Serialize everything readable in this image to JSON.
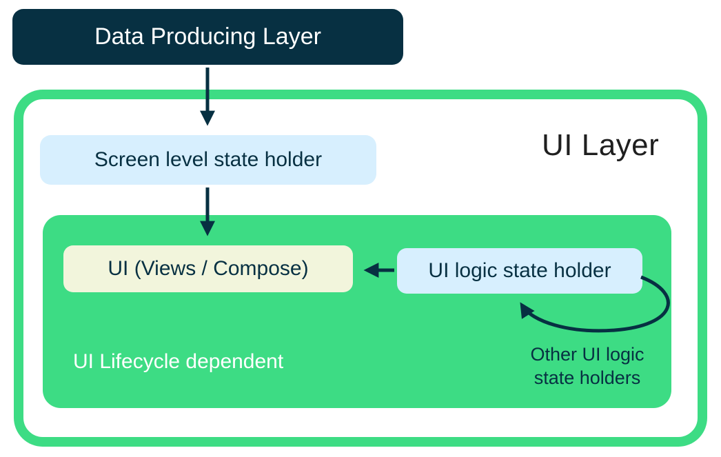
{
  "diagram": {
    "title_node": "Data Producing Layer",
    "ui_layer_label": "UI Layer",
    "screen_level_state_holder": "Screen level state holder",
    "ui_views_compose": "UI (Views / Compose)",
    "ui_logic_state_holder": "UI logic state holder",
    "ui_lifecycle_dependent": "UI Lifecycle dependent",
    "other_ui_logic_line1": "Other UI logic",
    "other_ui_logic_line2": "state holders"
  },
  "colors": {
    "dark_navy": "#073042",
    "android_green": "#3DDC84",
    "light_blue": "#D7EFFE",
    "cream": "#F2F5DC",
    "white": "#FFFFFF"
  }
}
